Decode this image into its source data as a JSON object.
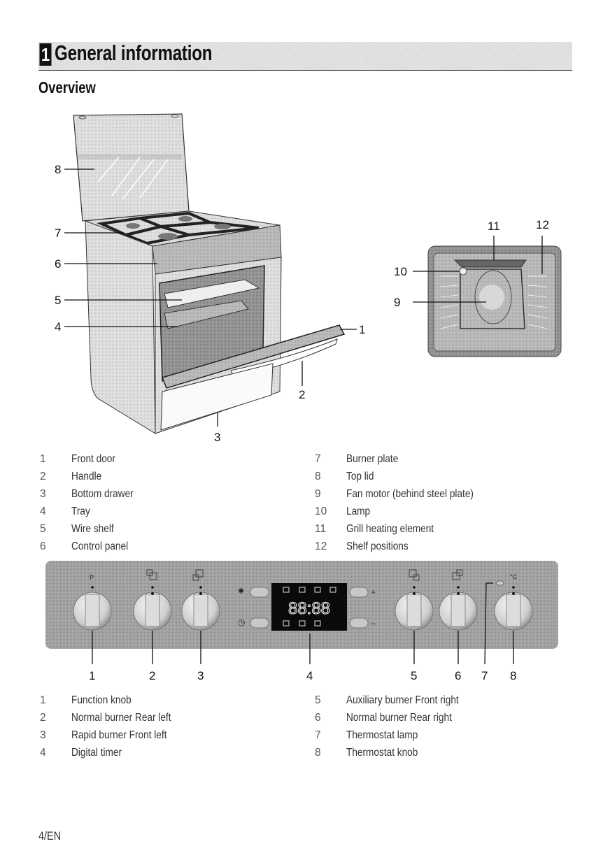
{
  "header": {
    "chapter_number": "1",
    "chapter_title": "General information",
    "section_title": "Overview"
  },
  "cooker_figure": {
    "callouts": [
      "1",
      "2",
      "3",
      "4",
      "5",
      "6",
      "7",
      "8"
    ]
  },
  "oven_figure": {
    "callouts": [
      "9",
      "10",
      "11",
      "12"
    ]
  },
  "overview_legend": {
    "left": [
      {
        "num": "1",
        "label": "Front door"
      },
      {
        "num": "2",
        "label": "Handle"
      },
      {
        "num": "3",
        "label": "Bottom drawer"
      },
      {
        "num": "4",
        "label": "Tray"
      },
      {
        "num": "5",
        "label": "Wire shelf"
      },
      {
        "num": "6",
        "label": "Control panel"
      }
    ],
    "right": [
      {
        "num": "7",
        "label": "Burner plate"
      },
      {
        "num": "8",
        "label": "Top lid"
      },
      {
        "num": "9",
        "label": "Fan motor (behind steel plate)"
      },
      {
        "num": "10",
        "label": "Lamp"
      },
      {
        "num": "11",
        "label": "Grill heating element"
      },
      {
        "num": "12",
        "label": "Shelf positions"
      }
    ]
  },
  "control_panel": {
    "display_digits": "88:88",
    "plus_label": "+",
    "minus_label": "–",
    "knob_symbols": {
      "function": "P",
      "thermostat": "°C"
    },
    "callouts": [
      "1",
      "2",
      "3",
      "4",
      "5",
      "6",
      "7",
      "8"
    ]
  },
  "panel_legend": {
    "left": [
      {
        "num": "1",
        "label": "Function knob"
      },
      {
        "num": "2",
        "label": "Normal burner Rear left"
      },
      {
        "num": "3",
        "label": "Rapid burner Front left"
      },
      {
        "num": "4",
        "label": "Digital timer"
      }
    ],
    "right": [
      {
        "num": "5",
        "label": "Auxiliary burner Front right"
      },
      {
        "num": "6",
        "label": "Normal burner Rear right"
      },
      {
        "num": "7",
        "label": "Thermostat lamp"
      },
      {
        "num": "8",
        "label": "Thermostat knob"
      }
    ]
  },
  "footer": {
    "page_label": "4/EN"
  }
}
